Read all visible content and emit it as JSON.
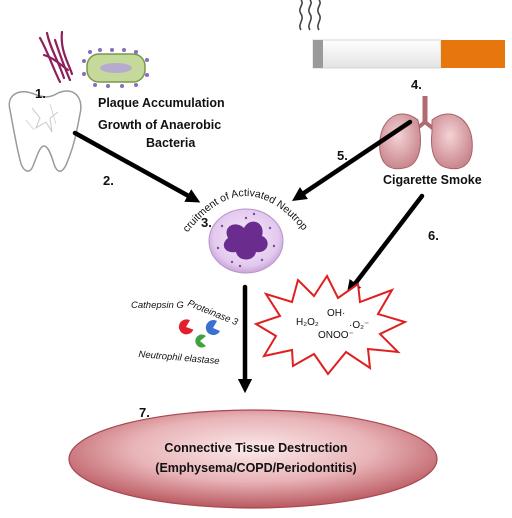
{
  "steps": {
    "s1": "1.",
    "s2": "2.",
    "s3": "3.",
    "s4": "4.",
    "s5": "5.",
    "s6": "6.",
    "s7": "7."
  },
  "labels": {
    "plaque": "Plaque Accumulation",
    "growth_line1": "Growth of Anaerobic",
    "growth_line2": "Bacteria",
    "recruitment": "Recruitment of Activated Neutrophils",
    "cigarette": "Cigarette Smoke",
    "destruction_line1": "Connective Tissue Destruction",
    "destruction_line2": "(Emphysema/COPD/Periodontitis)"
  },
  "proteases": {
    "cathepsin": "Cathepsin G",
    "proteinase": "Proteinase 3",
    "elastase": "Neutrophil elastase"
  },
  "oxidants": {
    "h2o2": "H₂O₂",
    "oh": "OH·",
    "o2": "·O₂⁻",
    "onoo": "ONOO⁻"
  },
  "colors": {
    "cigarette_filter": "#e8760f",
    "cigarette_tip": "#9a9a9a",
    "lung": "#d9a1a6",
    "neutrophil": "#e7d1f0",
    "nucleus": "#6a2c8f",
    "starburst_stroke": "#e02020",
    "ellipse_fill": "#d4868c",
    "bacteria_rod": "#8e1f5a",
    "bacterium_body": "#c5d99a"
  }
}
